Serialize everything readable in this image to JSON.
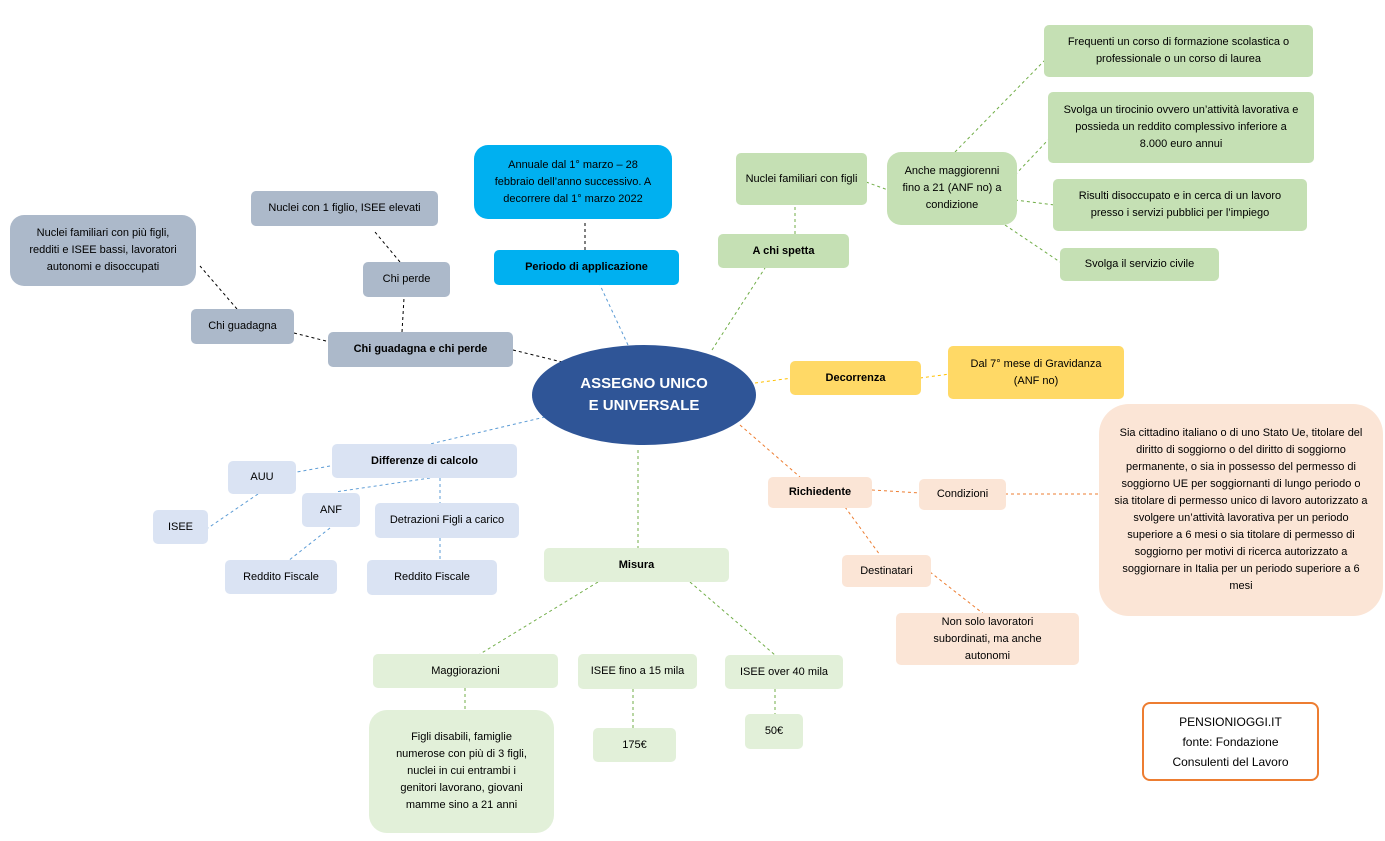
{
  "center": "ASSEGNO UNICO E UNIVERSALE",
  "periodo": {
    "label": "Periodo di applicazione",
    "detail": "Annuale dal 1° marzo – 28 febbraio dell’anno successivo. A decorrere dal 1° marzo 2022"
  },
  "chi_spetta": {
    "label": "A chi spetta",
    "nuclei": "Nuclei familiari con figli",
    "maggiorenni": "Anche maggiorenni fino a 21 (ANF no) a condizione",
    "conditions": [
      "Frequenti un corso di formazione scolastica o professionale o un corso di laurea",
      "Svolga un tirocinio ovvero un’attività lavorativa e possieda un reddito complessivo inferiore a 8.000 euro annui",
      "Risulti disoccupato e in cerca di un lavoro presso i servizi pubblici per l’impiego",
      "Svolga il servizio civile"
    ]
  },
  "decorrenza": {
    "label": "Decorrenza",
    "detail": "Dal 7° mese di Gravidanza (ANF no)"
  },
  "richiedente": {
    "label": "Richiedente",
    "condizioni": "Condizioni",
    "condizioni_detail": "Sia cittadino italiano o di uno Stato Ue, titolare del diritto di soggiorno o del diritto di soggiorno permanente, o sia in possesso del permesso di soggiorno UE per soggiornanti di lungo periodo o sia titolare di permesso unico di lavoro autorizzato a svolgere un’attività lavorativa per un periodo superiore a 6 mesi o sia titolare di permesso di soggiorno per motivi di ricerca autorizzato a soggiornare in Italia per un periodo superiore a 6 mesi",
    "destinatari": "Destinatari",
    "destinatari_detail": "Non solo lavoratori subordinati, ma anche autonomi"
  },
  "misura": {
    "label": "Misura",
    "maggiorazioni": "Maggiorazioni",
    "maggiorazioni_detail": "Figli disabili, famiglie numerose con più di 3 figli, nuclei in cui entrambi i genitori lavorano, giovani mamme sino a 21 anni",
    "isee_low": "ISEE fino a 15 mila",
    "isee_low_value": "175€",
    "isee_high": "ISEE over 40 mila",
    "isee_high_value": "50€"
  },
  "differenze": {
    "label": "Differenze di calcolo",
    "auu": "AUU",
    "auu_isee": "ISEE",
    "anf": "ANF",
    "anf_reddito": "Reddito Fiscale",
    "detrazioni": "Detrazioni Figli a carico",
    "detrazioni_reddito": "Reddito Fiscale"
  },
  "chi_guadagna_perde": {
    "label": "Chi guadagna e chi perde",
    "guadagna": "Chi guadagna",
    "guadagna_detail": "Nuclei familiari con più figli, redditi e ISEE bassi, lavoratori autonomi e disoccupati",
    "perde": "Chi perde",
    "perde_detail": "Nuclei con 1 figlio, ISEE elevati"
  },
  "source": {
    "line1": "PENSIONIOGGI.IT",
    "line2": "fonte: Fondazione Consulenti del Lavoro"
  },
  "colors": {
    "center": "#2f5597",
    "periodo": "#00b0f0",
    "chi_spetta": "#c5e0b4",
    "decorrenza": "#ffd966",
    "richiedente": "#fbe5d6",
    "misura": "#e2f0d9",
    "differenze": "#dae3f3",
    "chi_guadagna": "#acb9ca",
    "source_border": "#ed7d31"
  }
}
